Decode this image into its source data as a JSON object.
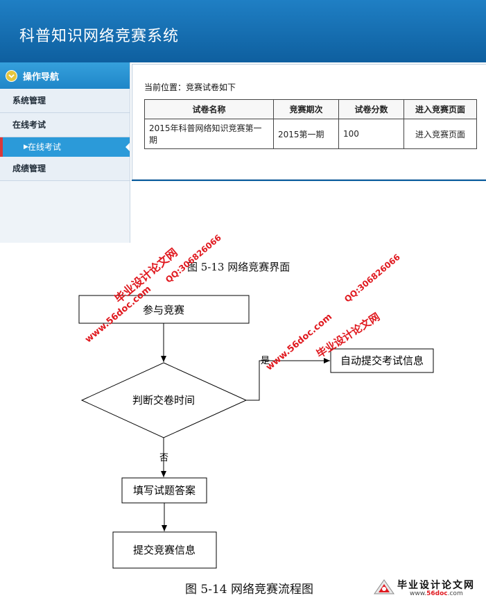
{
  "app": {
    "title": "科普知识网络竞赛系统",
    "nav": {
      "header": "操作导航",
      "items": [
        {
          "label": "系统管理"
        },
        {
          "label": "在线考试"
        },
        {
          "label": "在线考试",
          "active": true
        },
        {
          "label": "成绩管理"
        }
      ]
    },
    "content": {
      "breadcrumb": "当前位置：竞赛试卷如下",
      "table": {
        "headers": [
          "试卷名称",
          "竞赛期次",
          "试卷分数",
          "进入竞赛页面"
        ],
        "rows": [
          {
            "name": "2015年科普网络知识竞赛第一期",
            "period": "2015第一期",
            "score": "100",
            "action": "进入竞赛页面"
          }
        ]
      }
    }
  },
  "figure1_caption": "图 5-13 网络竞赛界面",
  "flowchart": {
    "nodes": {
      "start": "参与竞赛",
      "decision": "判断交卷时间",
      "auto_submit": "自动提交考试信息",
      "fill": "填写试题答案",
      "submit": "提交竞赛信息"
    },
    "labels": {
      "yes": "是",
      "no": "否"
    }
  },
  "figure2_caption": "图 5-14 网络竞赛流程图",
  "watermarks": {
    "site_name": "毕业设计论文网",
    "url": "www.56doc.com",
    "qq": "QQ:306826066"
  },
  "logo": {
    "name": "毕业设计论文网",
    "url_prefix": "www.",
    "url_brand": "56doc",
    "url_suffix": ".com"
  },
  "colors": {
    "header": "#0e5f9f",
    "nav_active": "#2b9ad9",
    "watermark": "#e0191f"
  }
}
